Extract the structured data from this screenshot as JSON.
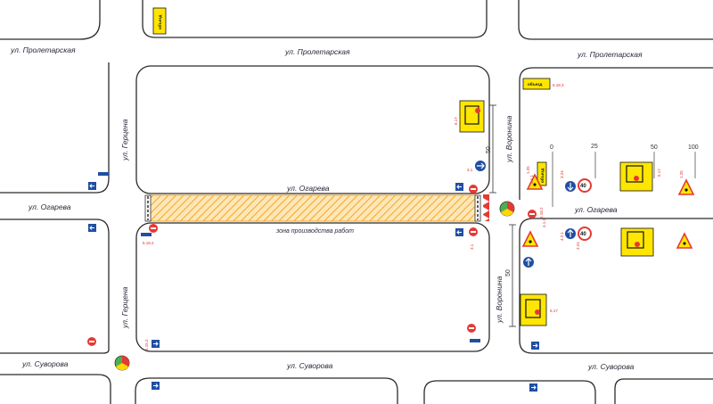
{
  "streets": {
    "proletarskaya_left": "ул. Пролетарская",
    "proletarskaya_center": "ул. Пролетарская",
    "proletarskaya_right": "ул. Пролетарская",
    "ogareva_left": "ул. Огарева",
    "ogareva_center": "ул. Огарева",
    "ogareva_right": "ул. Огарева",
    "suvorova_left": "ул. Суворова",
    "suvorova_center": "ул. Суворова",
    "suvorova_right": "ул. Суворова",
    "gertsena_upper": "ул. Герцена",
    "gertsena_lower": "ул. Герцена",
    "voronina_upper": "ул. Воронина",
    "voronina_lower": "ул. Воронина"
  },
  "work_zone_label": "зона производства работ",
  "detour_text": "объезд",
  "speed_limit": "40",
  "dimensions": {
    "upper": "50",
    "lower": "50"
  },
  "scale_ticks": [
    "0",
    "25",
    "50",
    "100"
  ],
  "sign_codes": {
    "c1": "6.18.3",
    "c2": "3.1",
    "c3": "3.1",
    "c4": "5.19.2",
    "c5": "4.1.1",
    "c6": "4.1.2",
    "c7": "6.17",
    "c8": "1.25",
    "c9": "3.24",
    "c10": "4.2.1",
    "c11": "6.17",
    "c12": "1.25",
    "c13": "5.15.2",
    "c14": "3.24",
    "c15": "6.17",
    "c16": "6.18.2"
  },
  "colors": {
    "block_outline": "#2b2b2b",
    "work_zone_fill": "#f5a623",
    "work_zone_hatch": "#f7c36b",
    "sign_yellow": "#ffe600",
    "sign_red": "#e53935",
    "sign_blue": "#1f4fa3",
    "code_red": "#d8322b"
  }
}
